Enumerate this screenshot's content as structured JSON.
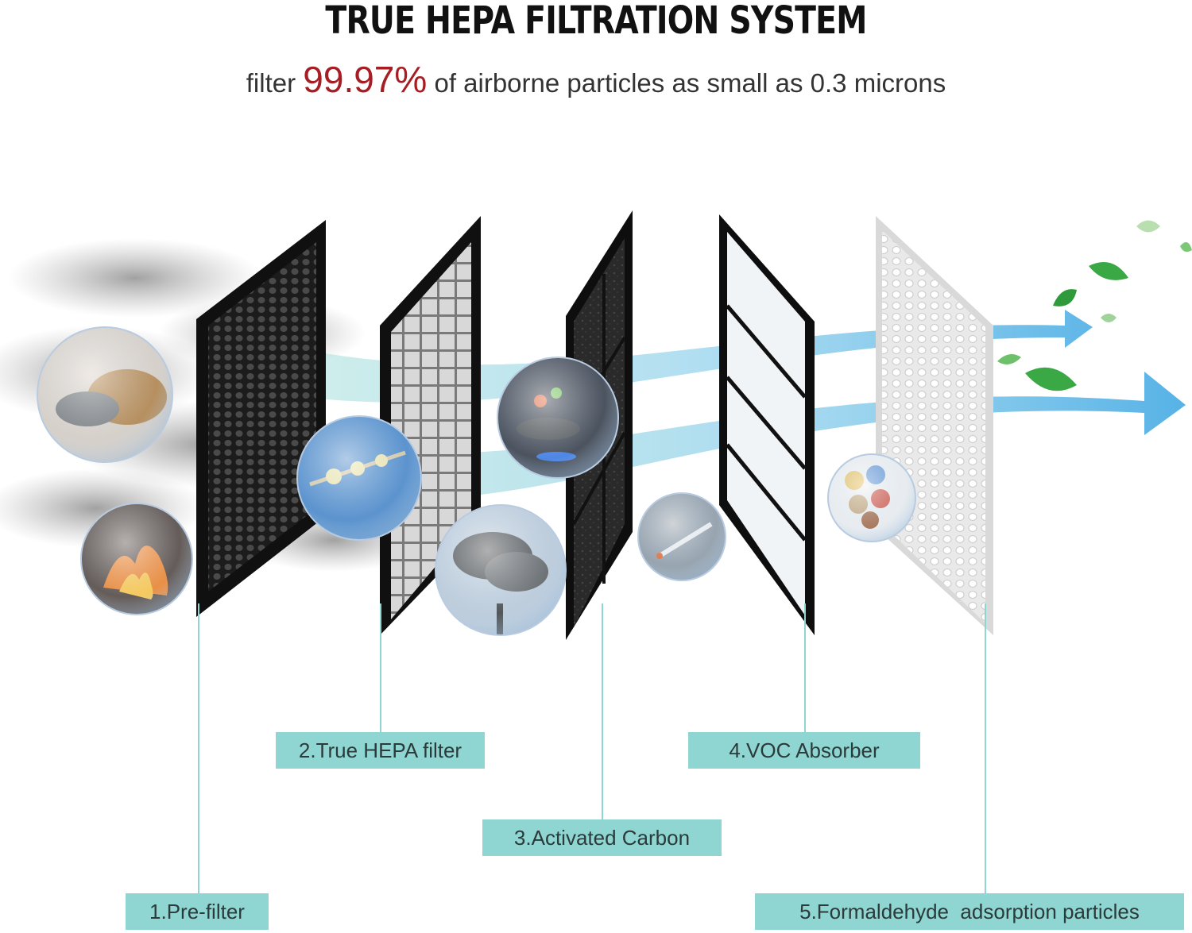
{
  "header": {
    "title": "TRUE HEPA FILTRATION SYSTEM",
    "subtitle_prefix": "filter ",
    "subtitle_percent": "99.97%",
    "subtitle_suffix": " of airborne particles as small as 0.3 microns"
  },
  "labels": {
    "pre_filter": "1.Pre-filter",
    "hepa": "2.True HEPA filter",
    "carbon": "3.Activated Carbon",
    "voc": "4.VOC Absorber",
    "formaldehyde": "5.Formaldehyde  adsorption particles"
  },
  "colors": {
    "accent_red": "#a61d24",
    "label_bg": "#8fd6d2",
    "leader_line": "#8fd6d2",
    "airflow": "#4db4e6",
    "leaf": "#3aa845"
  },
  "icons": [
    "pets-bubble-icon",
    "fire-bubble-icon",
    "pollen-bubble-icon",
    "cooking-bubble-icon",
    "smoke-bubble-icon",
    "cigarette-bubble-icon",
    "paint-bubble-icon",
    "leaf-icon"
  ]
}
